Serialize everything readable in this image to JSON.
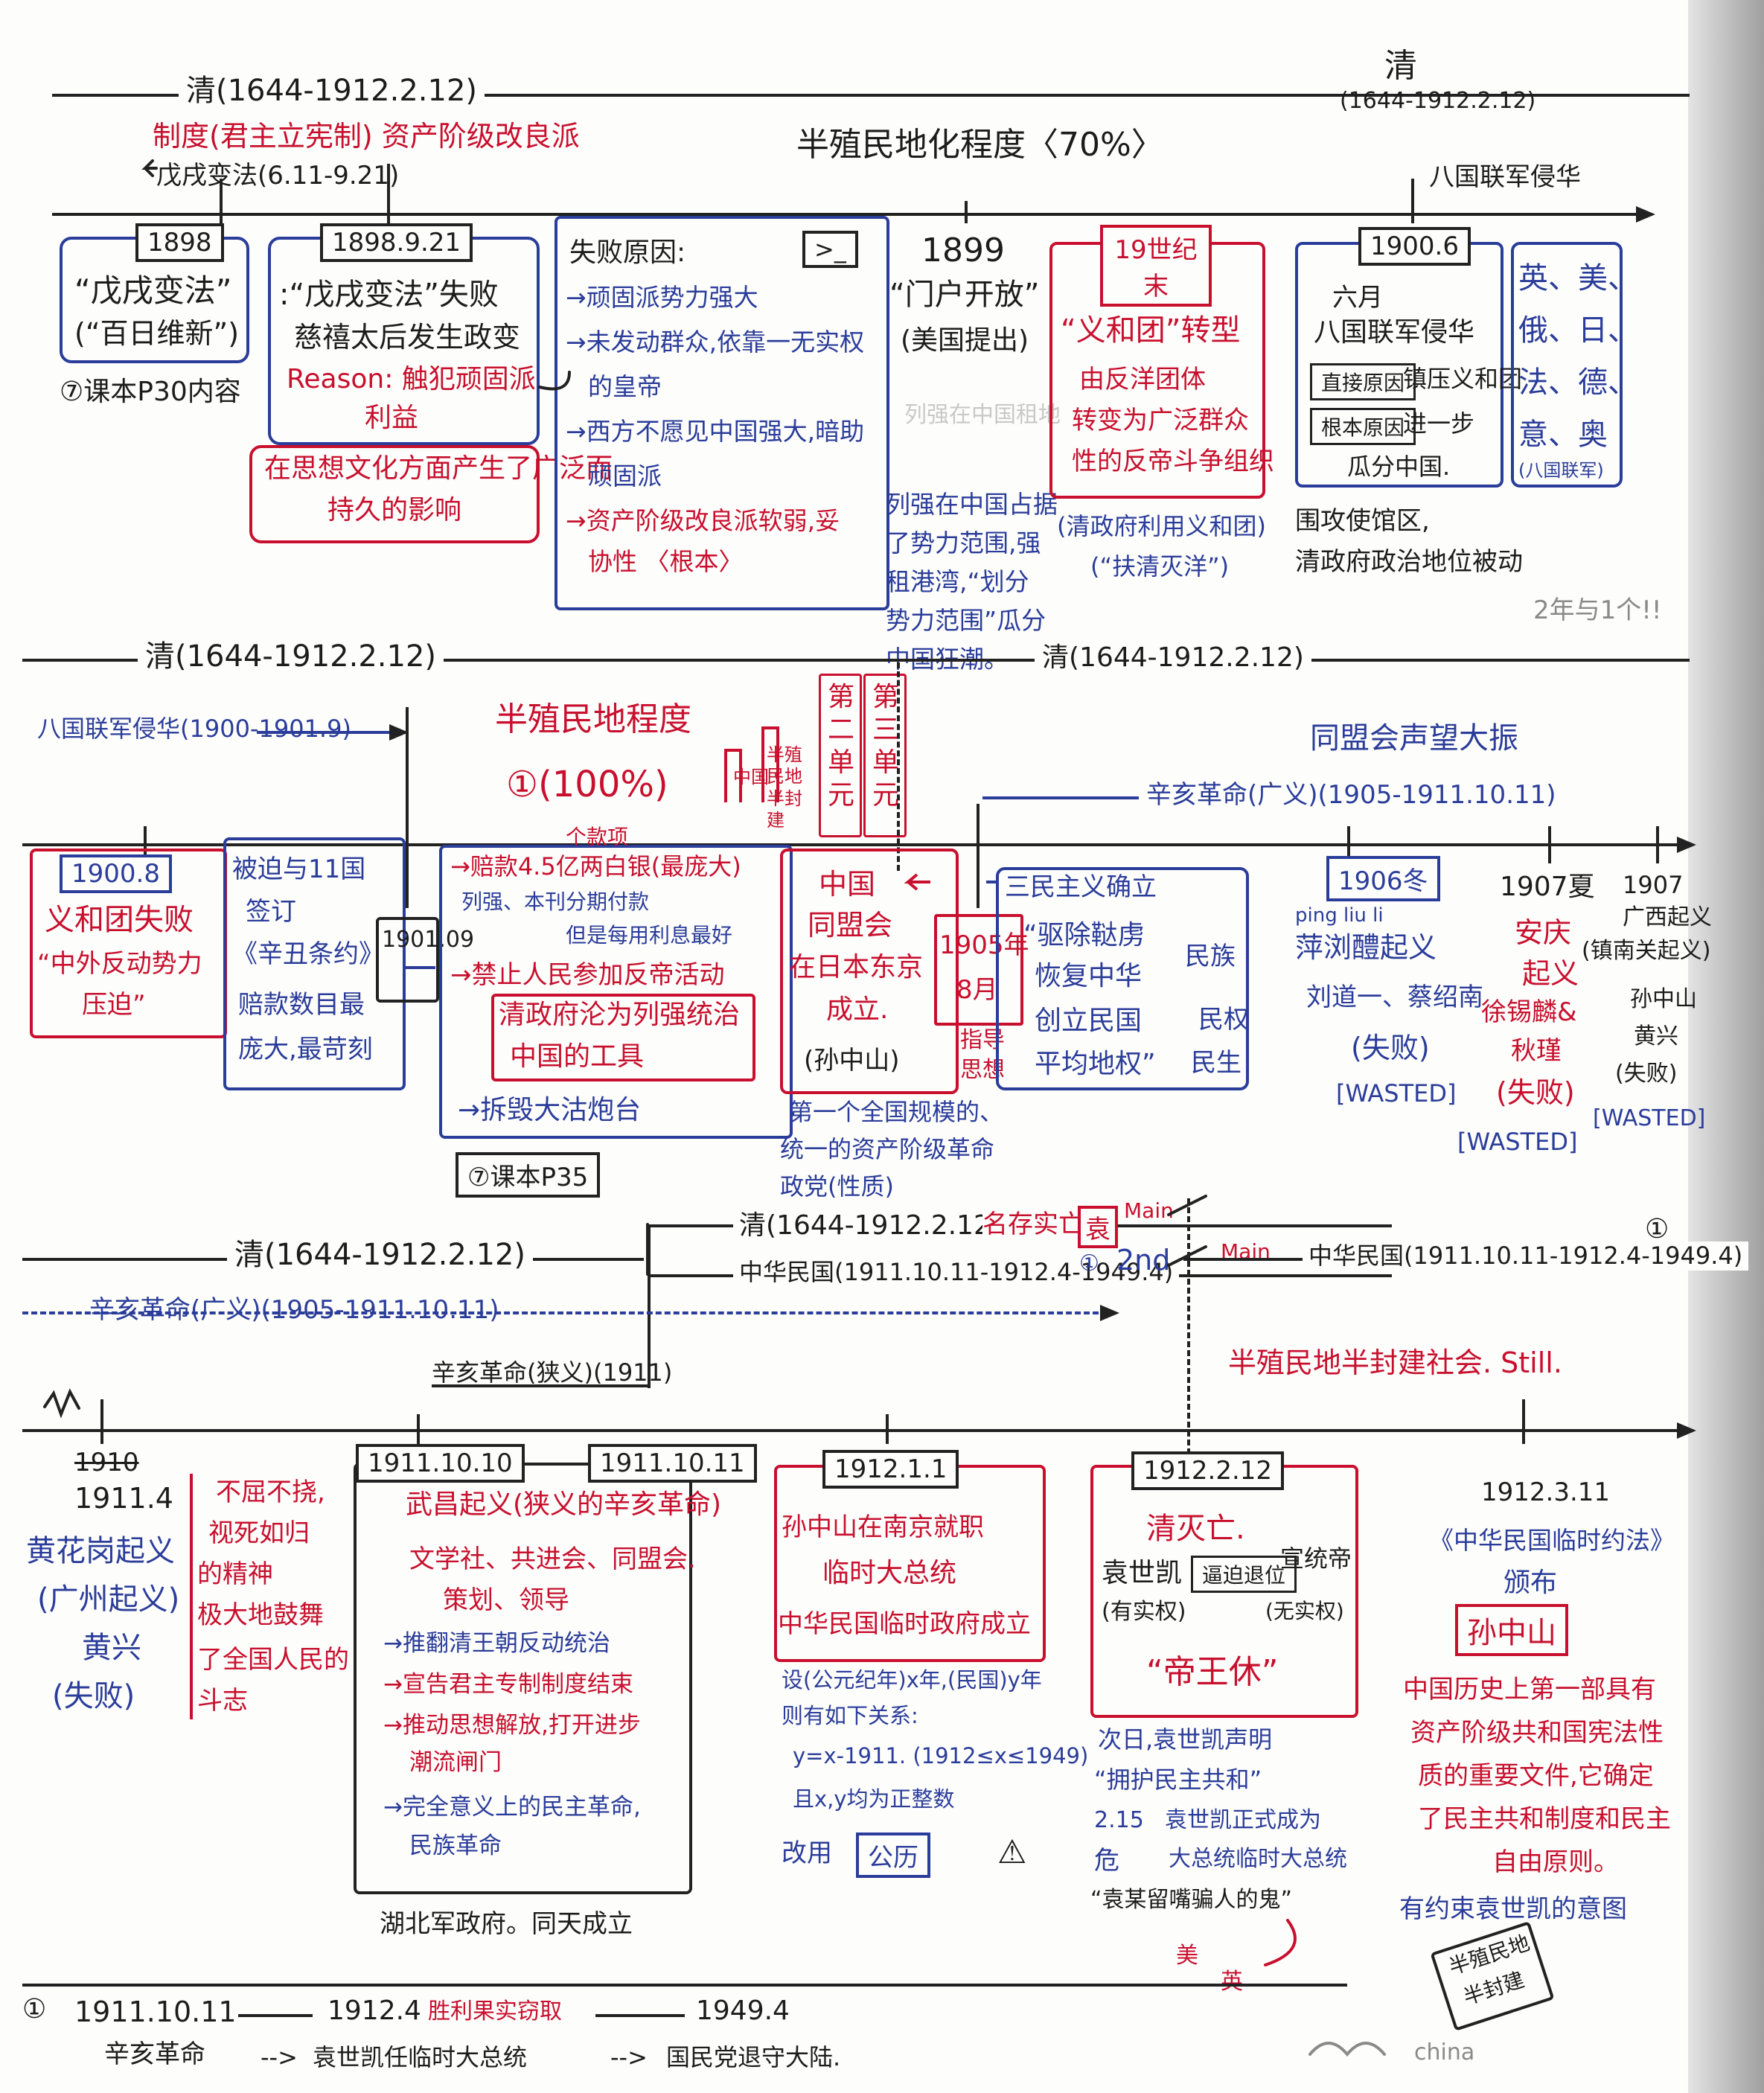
{
  "colors": {
    "ink_black": "#1c1c1c",
    "ink_red": "#c8102e",
    "ink_blue": "#2b3d9a",
    "paper": "#fdfdfb"
  },
  "row1": {
    "qing_left": "清(1644-1912.2.12)",
    "qing_right_title": "清",
    "qing_right_dates": "(1644-1912.2.12)",
    "reform_note": "制度(君主立宪制) 资产阶级改良派",
    "wuxu_range": "戊戌变法(6.11-9.21)",
    "semi_colonial": "半殖民地化程度〈70%〉",
    "eight_nation_arrow": "八国联军侵华",
    "b1898": {
      "date": "1898",
      "title": "“戊戌变法”",
      "subtitle": "(“百日维新”)",
      "ref": "⑦课本P30内容"
    },
    "b18989": {
      "date": "1898.9.21",
      "line1": ":“戊戌变法”失败",
      "line2": "慈禧太后发生政变",
      "line3": "Reason: 触犯顽固派",
      "line4": "利益"
    },
    "influence": [
      "在思想文化方面产生了广泛而",
      "持久的影响"
    ],
    "failure": {
      "header": "失败原因:",
      "lines": [
        "→顽固派势力强大",
        "→未发动群众,依靠一无实权",
        "的皇帝",
        "→西方不愿见中国强大,暗助",
        "顽固派"
      ],
      "root_lines": [
        "→资产阶级改良派软弱,妥",
        "协性 〈根本〉"
      ]
    },
    "open_door": {
      "year": "1899",
      "title": "“门户开放”",
      "sub": "(美国提出)",
      "faded": "列强在中国租地",
      "body": [
        "列强在中国占据",
        "了势力范围,强",
        "租港湾,“划分",
        "势力范围”瓜分",
        "中国狂潮。"
      ]
    },
    "boxer": {
      "tag": "19世纪末",
      "title": "“义和团”转型",
      "lines": [
        "由反洋团体",
        "转变为广泛群众",
        "性的反帝斗争组织"
      ],
      "note1": "(清政府利用义和团)",
      "note2": "(“扶清灭洋”)"
    },
    "invasion": {
      "date": "1900.6",
      "line1": "六月",
      "line2": "八国联军侵华",
      "direct_tag": "直接原因",
      "direct_text": "镇压义和团",
      "root_tag": "根本原因",
      "root_text": "进一步",
      "line3": "瓜分中国.",
      "below1": "围攻使馆区,",
      "below2": "清政府政治地位被动"
    },
    "allies": {
      "lines": [
        "英、美、",
        "俄、日、",
        "法、德、",
        "意、奥"
      ],
      "note": "(八国联军)"
    },
    "pencil": "2年与1个!!"
  },
  "row2": {
    "qing_left": "清(1644-1912.2.12)",
    "qing_mid": "清(1644-1912.2.12)",
    "eight_nation_range": "八国联军侵华(1900-1901.9)",
    "semi_colonial_title": "半殖民地程度",
    "semi_colonial_pct": "①(100%)",
    "bar_label_1": "中国",
    "bar_label_2": "半殖民地半封建",
    "unit2": "第二单元",
    "unit3": "第三单元",
    "tongmenghui_rise": "同盟会声望大振",
    "xinhai_range": "辛亥革命(广义)(1905-1911.10.11)",
    "b1900": {
      "date": "1900.8",
      "lines": [
        "义和团失败",
        "“中外反动势力",
        "压迫”"
      ]
    },
    "treaty": {
      "lines": [
        "被迫与11国",
        "签订",
        "《辛丑条约》",
        "赔款数目最",
        "庞大,最苛刻"
      ]
    },
    "b1901": {
      "date": "1901.09"
    },
    "terms": {
      "note_top": "个款项",
      "lines": [
        "→赔款4.5亿两白银(最庞大)",
        "列强、本刊分期付款",
        "但是每用利息最好"
      ],
      "ban": "→禁止人民参加反帝活动",
      "tool": [
        "清政府沦为列强统治",
        "中国的工具"
      ],
      "dagu": "→拆毁大沽炮台",
      "ref": "⑦课本P35"
    },
    "tongmenghui": {
      "lines": [
        "中国",
        "同盟会",
        "在日本东京",
        "成立."
      ],
      "sun": "(孙中山)",
      "date_line1": "1905年",
      "date_line2": "8月",
      "guide": [
        "指导",
        "思想"
      ],
      "under": [
        "第一个全国规模的、",
        "统一的资产阶级革命",
        "政党(性质)"
      ]
    },
    "sanmin": {
      "title": "三民主义确立",
      "lines": [
        "“驱除鞑虏",
        "恢复中华",
        "创立民国",
        "平均地权”"
      ],
      "cats": [
        "民族",
        "民权",
        "民生"
      ]
    },
    "uprisings": [
      {
        "date": "1906冬",
        "pinyin": "ping liu li",
        "name": "萍浏醴起义",
        "leaders": "刘道一、蔡绍南",
        "result": "(失败)",
        "tag": "[WASTED]"
      },
      {
        "date": "1907夏",
        "name1": "安庆",
        "name2": "起义",
        "leaders": "徐锡麟&",
        "leaders2": "秋瑾",
        "result": "(失败)",
        "tag": "[WASTED]"
      },
      {
        "date": "1907",
        "name1": "广西起义",
        "name2": "(镇南关起义)",
        "leaders": "孙中山",
        "leaders2": "黄兴",
        "result": "(失败)",
        "tag": "[WASTED]"
      }
    ]
  },
  "row3": {
    "qing_left": "清(1644-1912.2.12)",
    "qing_branch": "清(1644-1912.2.12)",
    "name_exists": "名存实亡",
    "yuan_tag": "袁",
    "main1": "Main",
    "second": "2nd",
    "main2": "Main",
    "roc_branch": "中华民国(1911.10.11-1912.4-1949.4)",
    "roc_right": "中华民国(1911.10.11-1912.4-1949.4)",
    "circle1": "①",
    "xinhai_broad": "辛亥革命(广义)(1905-1911.10.11)",
    "xinhai_narrow": "辛亥革命(狭义)(1911)",
    "still": "半殖民地半封建社会. Still."
  },
  "row4": {
    "huanghuagang": {
      "struck": "1910",
      "date": "1911.4",
      "lines": [
        "黄花岗起义",
        "(广州起义)",
        "黄兴",
        "(失败)"
      ],
      "red_lines": [
        "不屈不挠,",
        "视死如归",
        "的精神",
        "极大地鼓舞",
        "了全国人民的",
        "斗志"
      ]
    },
    "wuchang": {
      "date1": "1911.10.10",
      "date2": "1911.10.11",
      "title": "武昌起义(狭义的辛亥革命)",
      "groups": "文学社、共进会、同盟会.",
      "plan": "策划、领导",
      "points": [
        "→推翻清王朝反动统治",
        "→宣告君主专制制度结束",
        "→推动思想解放,打开进步",
        "潮流闸门",
        "→完全意义上的民主革命,",
        "民族革命"
      ],
      "military": "湖北军政府。同天成立"
    },
    "b1912": {
      "date": "1912.1.1",
      "lines": [
        "孙中山在南京就职",
        "临时大总统",
        "中华民国临时政府成立"
      ],
      "formula": [
        "设(公元纪年)x年,(民国)y年",
        "则有如下关系:",
        "y=x-1911. (1912≤x≤1949)",
        "且x,y均为正整数"
      ],
      "use": "改用",
      "calendar": "公历",
      "warn": "⚠"
    },
    "abdication": {
      "date": "1912.2.12",
      "title": "清灭亡.",
      "yuan": "袁世凯",
      "yuan_sub": "(有实权)",
      "verb": "逼迫退位",
      "emperor": "宣统帝",
      "emperor_sub": "(无实权)",
      "end": "“帝王休”",
      "next": [
        "次日,袁世凯声明",
        "“拥护民主共和”"
      ],
      "date_215": "2.15",
      "seize": [
        "袁世凯正式成为",
        "大总统临时大总统"
      ],
      "crisis": "危",
      "quote": "“袁某留嘴骗人的鬼”",
      "mei": "美",
      "ying": "英"
    },
    "constitution": {
      "date": "1912.3.11",
      "title": "《中华民国临时约法》",
      "verb": "颁布",
      "sun": "孙中山",
      "desc": [
        "中国历史上第一部具有",
        "资产阶级共和国宪法性",
        "质的重要文件,它确定",
        "了民主共和制度和民主",
        "自由原则。"
      ],
      "aim": "有约束袁世凯的意图",
      "stamp": [
        "半殖民地",
        "半封建"
      ]
    }
  },
  "footer": {
    "circle": "①",
    "d1": "1911.10.11",
    "l1": "辛亥革命",
    "d2": "1912.4",
    "fruit": "胜利果实窃取",
    "l2": "袁世凯任临时大总统",
    "d3": "1949.4",
    "l3": "国民党退守大陆.",
    "doodle": "china"
  }
}
